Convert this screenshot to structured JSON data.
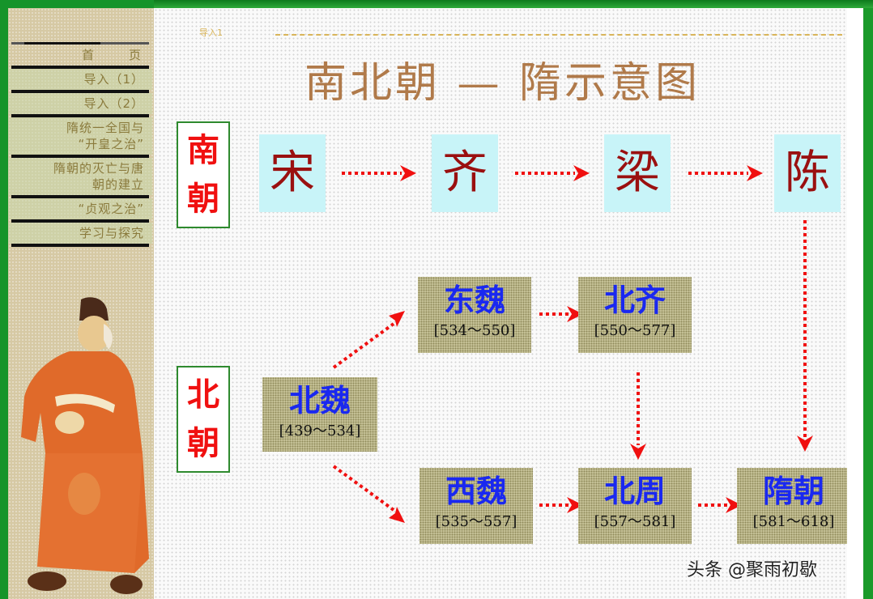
{
  "sidebar": {
    "items": [
      {
        "label": "首　页"
      },
      {
        "label": "导入（1）"
      },
      {
        "label": "导入（2）"
      },
      {
        "label_line1": "隋统一全国与",
        "label_line2": "“开皇之治”"
      },
      {
        "label_line1": "隋朝的灭亡与唐",
        "label_line2": "朝的建立"
      },
      {
        "label": "“贞观之治”"
      },
      {
        "label": "学习与探究"
      }
    ],
    "image_alt": "唐太宗画像"
  },
  "header": {
    "breadcrumb": "导入1",
    "title": "南北朝 — 隋示意图"
  },
  "diagram": {
    "south_label": "南朝",
    "north_label": "北朝",
    "south_dynasties": [
      "宋",
      "齐",
      "梁",
      "陈"
    ],
    "north_dynasties": {
      "beiwei": {
        "name": "北魏",
        "years": "[439～534]"
      },
      "dongwei": {
        "name": "东魏",
        "years": "[534～550]"
      },
      "beiqi": {
        "name": "北齐",
        "years": "[550～577]"
      },
      "xiwei": {
        "name": "西魏",
        "years": "[535～557]"
      },
      "beizhou": {
        "name": "北周",
        "years": "[557～581]"
      },
      "sui": {
        "name": "隋朝",
        "years": "[581～618]"
      }
    },
    "colors": {
      "arrow": "#f01010",
      "south_box_bg": "#c8f4f8",
      "south_text": "#9a1010",
      "north_text": "#1a28f0",
      "label_text": "#f01010",
      "label_border": "#2e8a2e",
      "title": "#b07a4a"
    }
  },
  "watermark": "头条 @聚雨初歇"
}
